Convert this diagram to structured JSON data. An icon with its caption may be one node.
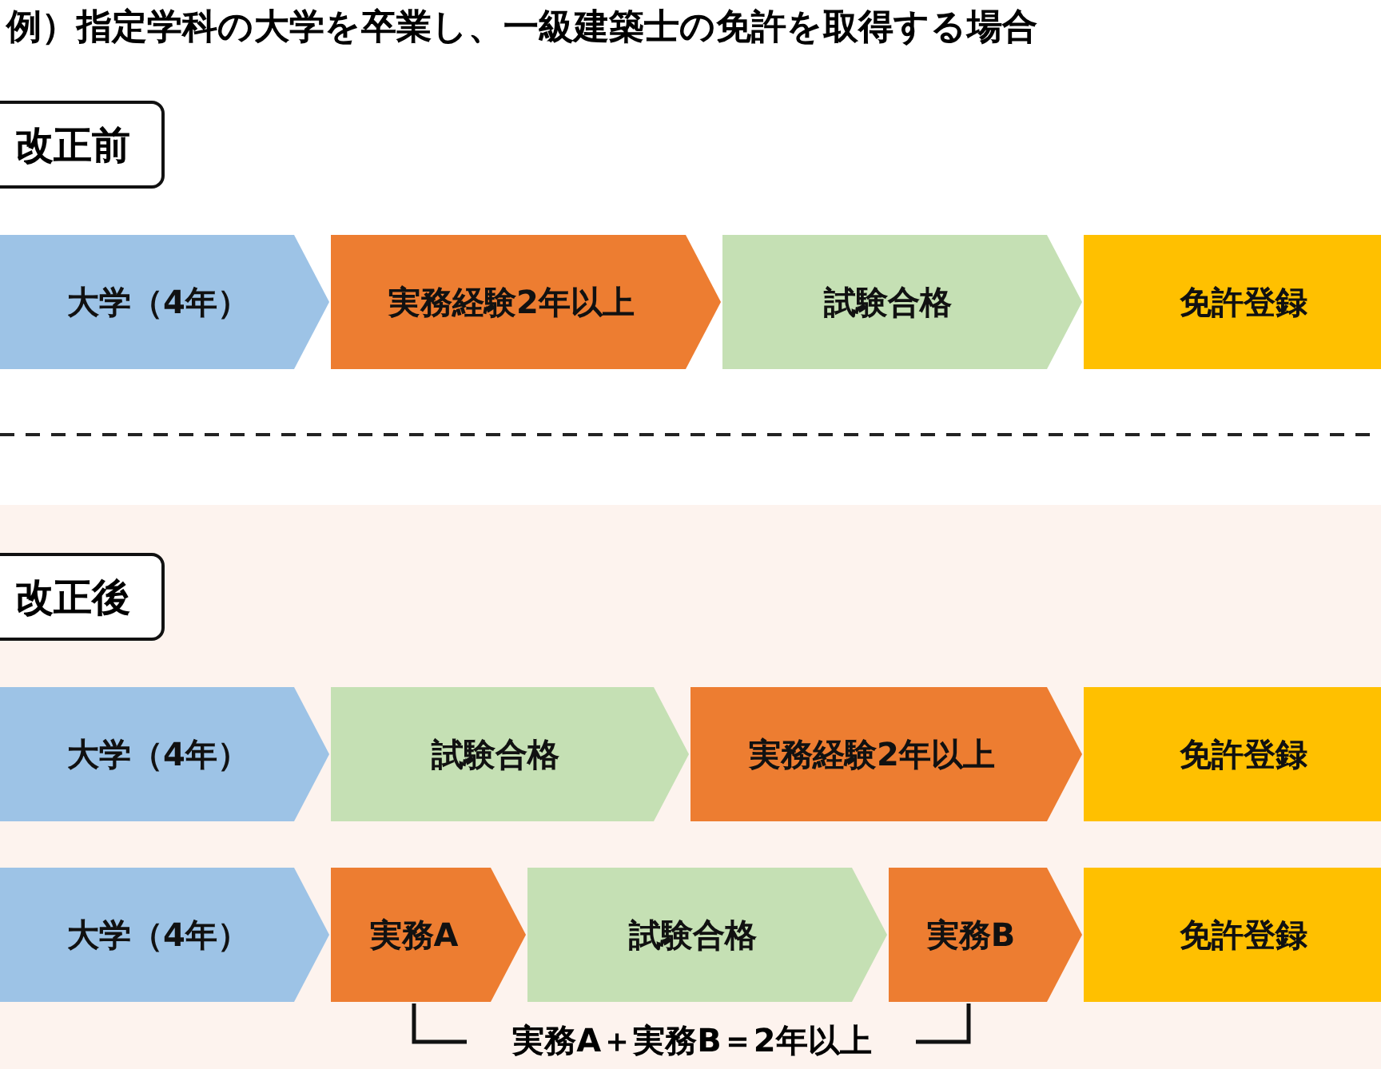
{
  "diagram": {
    "title": "例）指定学科の大学を卒業し、一級建築士の免許を取得する場合",
    "nodes": [
      {
        "text": [
          "改正前"
        ]
      },
      {
        "text": [
          "大学（4年）"
        ]
      },
      {
        "text": [
          "実務経験2年以上"
        ]
      },
      {
        "text": [
          "試験合格"
        ]
      },
      {
        "text": [
          "免許登録"
        ]
      },
      {
        "text": [
          "改正後"
        ]
      },
      {
        "text": [
          "大学（4年）"
        ]
      },
      {
        "text": [
          "試験合格"
        ]
      },
      {
        "text": [
          "実務経験2年以上"
        ]
      },
      {
        "text": [
          "免許登録"
        ]
      },
      {
        "text": [
          "大学（4年）"
        ]
      },
      {
        "text": [
          "実務A"
        ]
      },
      {
        "text": [
          "試験合格"
        ]
      },
      {
        "text": [
          "実務B"
        ]
      },
      {
        "text": [
          "免許登録"
        ]
      }
    ],
    "edges": [],
    "labels": [
      "実務A＋実務B＝2年以上"
    ]
  }
}
